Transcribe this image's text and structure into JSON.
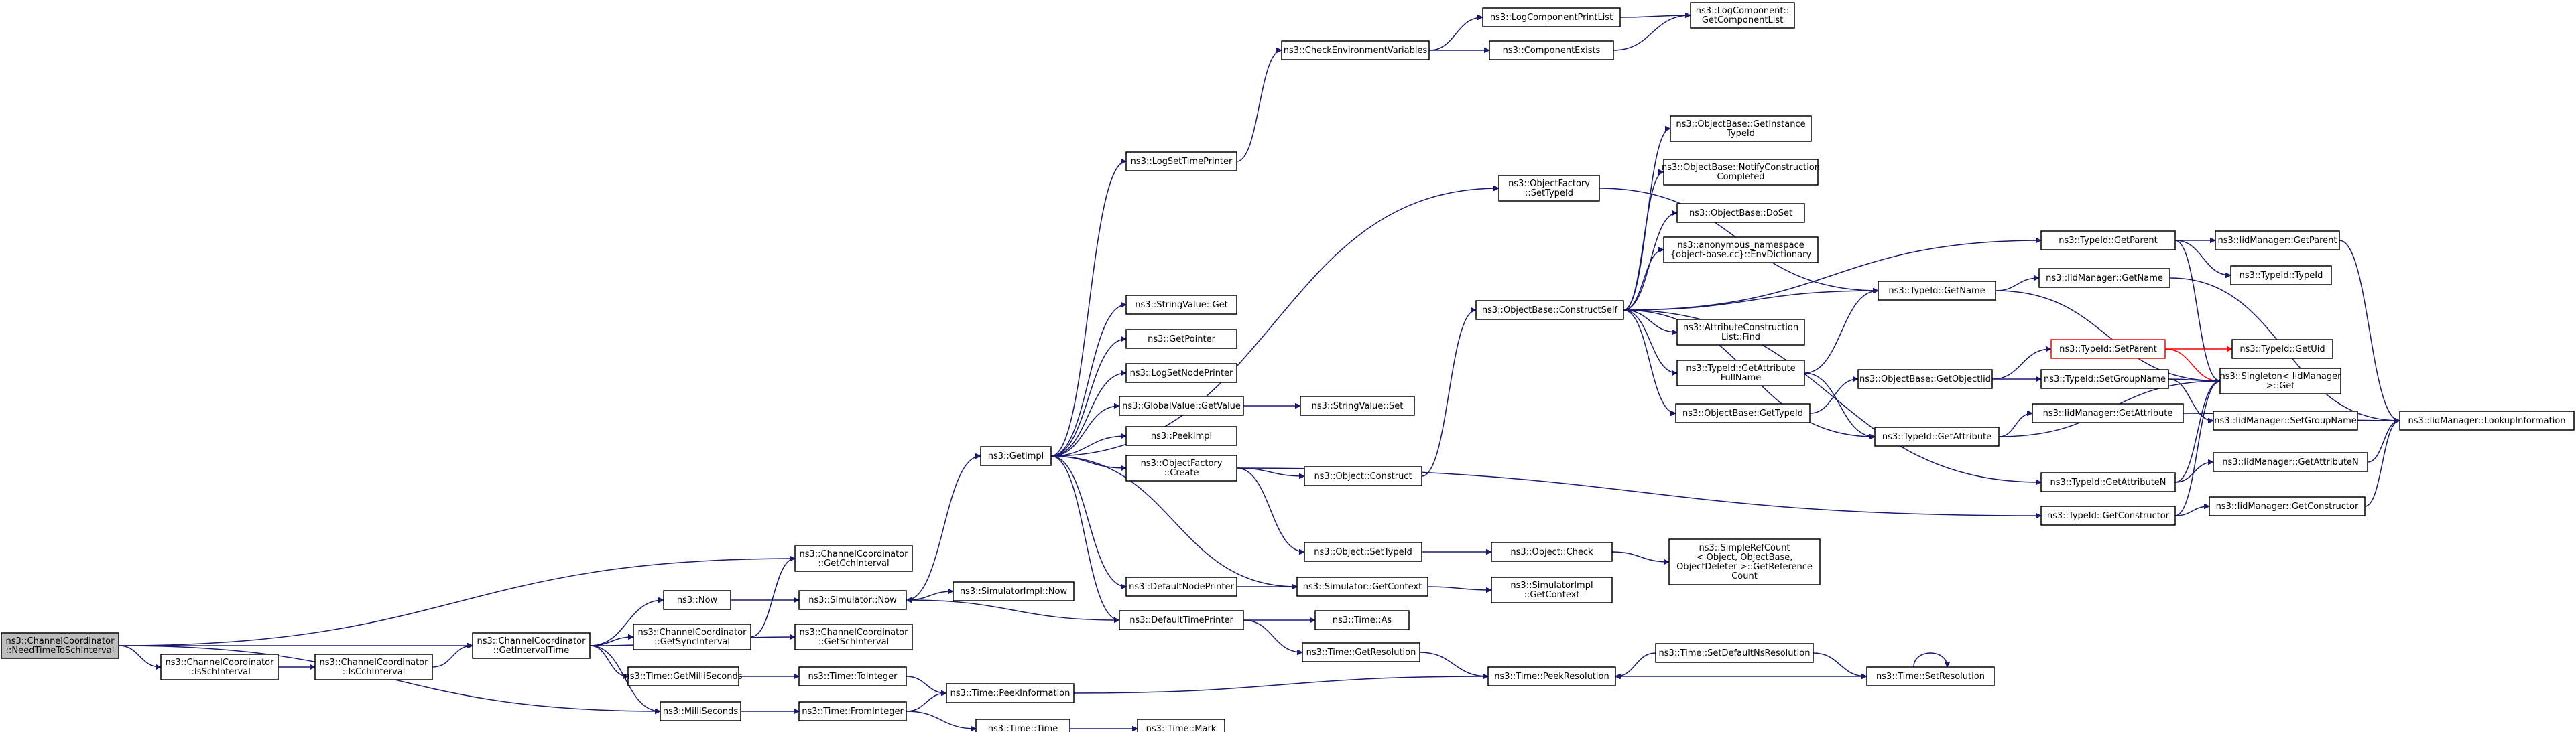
{
  "colors": {
    "edge": "#191970",
    "edge_highlight": "#ff0000",
    "root_fill": "#bfbfbf",
    "node_border": "#000000"
  },
  "nodes": [
    {
      "id": "n0",
      "lines": [
        "ns3::ChannelCoordinator",
        "::NeedTimeToSchInterval"
      ],
      "root": true
    },
    {
      "id": "n1",
      "lines": [
        "ns3::ChannelCoordinator",
        "::GetCchInterval"
      ]
    },
    {
      "id": "n2",
      "lines": [
        "ns3::ChannelCoordinator",
        "::GetIntervalTime"
      ]
    },
    {
      "id": "n3",
      "lines": [
        "ns3::ChannelCoordinator",
        "::IsSchInterval"
      ]
    },
    {
      "id": "n4",
      "lines": [
        "ns3::ChannelCoordinator",
        "::IsCchInterval"
      ]
    },
    {
      "id": "n5",
      "lines": [
        "ns3::MilliSeconds"
      ]
    },
    {
      "id": "n6",
      "lines": [
        "ns3::Now"
      ]
    },
    {
      "id": "n7",
      "lines": [
        "ns3::Simulator::Now"
      ]
    },
    {
      "id": "n8",
      "lines": [
        "ns3::ChannelCoordinator",
        "::GetSyncInterval"
      ]
    },
    {
      "id": "n9",
      "lines": [
        "ns3::ChannelCoordinator",
        "::GetSchInterval"
      ]
    },
    {
      "id": "n10",
      "lines": [
        "ns3::Time::GetMilliSeconds"
      ]
    },
    {
      "id": "n11",
      "lines": [
        "ns3::Time::ToInteger"
      ]
    },
    {
      "id": "n12",
      "lines": [
        "ns3::Time::FromInteger"
      ]
    },
    {
      "id": "n13",
      "lines": [
        "ns3::Time::PeekInformation"
      ]
    },
    {
      "id": "n14",
      "lines": [
        "ns3::Time::Time"
      ]
    },
    {
      "id": "n15",
      "lines": [
        "ns3::Time::Mark"
      ]
    },
    {
      "id": "n16",
      "lines": [
        "ns3::GetImpl"
      ]
    },
    {
      "id": "n17",
      "lines": [
        "ns3::SimulatorImpl::Now"
      ]
    },
    {
      "id": "n18",
      "lines": [
        "ns3::LogSetTimePrinter"
      ]
    },
    {
      "id": "n19",
      "lines": [
        "ns3::StringValue::Get"
      ]
    },
    {
      "id": "n20",
      "lines": [
        "ns3::GetPointer"
      ]
    },
    {
      "id": "n21",
      "lines": [
        "ns3::LogSetNodePrinter"
      ]
    },
    {
      "id": "n22",
      "lines": [
        "ns3::GlobalValue::GetValue"
      ]
    },
    {
      "id": "n23",
      "lines": [
        "ns3::PeekImpl"
      ]
    },
    {
      "id": "n24",
      "lines": [
        "ns3::ObjectFactory",
        "::Create"
      ]
    },
    {
      "id": "n25",
      "lines": [
        "ns3::DefaultNodePrinter"
      ]
    },
    {
      "id": "n26",
      "lines": [
        "ns3::DefaultTimePrinter"
      ]
    },
    {
      "id": "n27",
      "lines": [
        "ns3::CheckEnvironmentVariables"
      ]
    },
    {
      "id": "n28",
      "lines": [
        "ns3::StringValue::Set"
      ]
    },
    {
      "id": "n29",
      "lines": [
        "ns3::Object::Construct"
      ]
    },
    {
      "id": "n30",
      "lines": [
        "ns3::Object::SetTypeId"
      ]
    },
    {
      "id": "n31",
      "lines": [
        "ns3::Simulator::GetContext"
      ]
    },
    {
      "id": "n32",
      "lines": [
        "ns3::Time::As"
      ]
    },
    {
      "id": "n33",
      "lines": [
        "ns3::Time::GetResolution"
      ]
    },
    {
      "id": "n34",
      "lines": [
        "ns3::LogComponentPrintList"
      ]
    },
    {
      "id": "n35",
      "lines": [
        "ns3::ComponentExists"
      ]
    },
    {
      "id": "n36",
      "lines": [
        "ns3::ObjectFactory",
        "::SetTypeId"
      ]
    },
    {
      "id": "n37",
      "lines": [
        "ns3::ObjectBase::ConstructSelf"
      ]
    },
    {
      "id": "n38",
      "lines": [
        "ns3::Object::Check"
      ]
    },
    {
      "id": "n39",
      "lines": [
        "ns3::SimulatorImpl",
        "::GetContext"
      ]
    },
    {
      "id": "n40",
      "lines": [
        "ns3::Time::PeekResolution"
      ]
    },
    {
      "id": "n41",
      "lines": [
        "ns3::LogComponent::",
        "GetComponentList"
      ]
    },
    {
      "id": "n42",
      "lines": [
        "ns3::ObjectBase::GetInstance",
        "TypeId"
      ]
    },
    {
      "id": "n43",
      "lines": [
        "ns3::ObjectBase::NotifyConstruction",
        "Completed"
      ]
    },
    {
      "id": "n44",
      "lines": [
        "ns3::ObjectBase::DoSet"
      ]
    },
    {
      "id": "n45",
      "lines": [
        "ns3::anonymous_namespace",
        "{object-base.cc}::EnvDictionary"
      ]
    },
    {
      "id": "n46",
      "lines": [
        "ns3::AttributeConstruction",
        "List::Find"
      ]
    },
    {
      "id": "n47",
      "lines": [
        "ns3::TypeId::GetAttribute",
        "FullName"
      ]
    },
    {
      "id": "n48",
      "lines": [
        "ns3::ObjectBase::GetTypeId"
      ]
    },
    {
      "id": "n49",
      "lines": [
        "ns3::SimpleRefCount",
        "< Object, ObjectBase,",
        "ObjectDeleter >::GetReference",
        "Count"
      ]
    },
    {
      "id": "n50",
      "lines": [
        "ns3::Time::SetDefaultNsResolution"
      ]
    },
    {
      "id": "n51",
      "lines": [
        "ns3::TypeId::GetName"
      ]
    },
    {
      "id": "n52",
      "lines": [
        "ns3::ObjectBase::GetObjectIid"
      ]
    },
    {
      "id": "n53",
      "lines": [
        "ns3::TypeId::GetAttribute"
      ]
    },
    {
      "id": "n54",
      "lines": [
        "ns3::TypeId::GetAttributeN"
      ]
    },
    {
      "id": "n55",
      "lines": [
        "ns3::TypeId::GetConstructor"
      ]
    },
    {
      "id": "n56",
      "lines": [
        "ns3::Time::SetResolution"
      ]
    },
    {
      "id": "n57",
      "lines": [
        "ns3::TypeId::GetParent"
      ]
    },
    {
      "id": "n58",
      "lines": [
        "ns3::IidManager::GetName"
      ]
    },
    {
      "id": "n59",
      "lines": [
        "ns3::TypeId::SetParent"
      ]
    },
    {
      "id": "n60",
      "lines": [
        "ns3::TypeId::SetGroupName"
      ]
    },
    {
      "id": "n61",
      "lines": [
        "ns3::IidManager::GetAttribute"
      ]
    },
    {
      "id": "n62",
      "lines": [
        "ns3::IidManager::GetAttributeN"
      ]
    },
    {
      "id": "n63",
      "lines": [
        "ns3::IidManager::GetConstructor"
      ]
    },
    {
      "id": "n64",
      "lines": [
        "ns3::IidManager::GetParent"
      ]
    },
    {
      "id": "n65",
      "lines": [
        "ns3::TypeId::TypeId"
      ]
    },
    {
      "id": "n66",
      "lines": [
        "ns3::TypeId::GetUid"
      ]
    },
    {
      "id": "n67",
      "lines": [
        "ns3::Singleton< IidManager",
        ">::Get"
      ]
    },
    {
      "id": "n68",
      "lines": [
        "ns3::IidManager::SetGroupName"
      ]
    },
    {
      "id": "n69",
      "lines": [
        "ns3::IidManager::LookupInformation"
      ]
    }
  ]
}
